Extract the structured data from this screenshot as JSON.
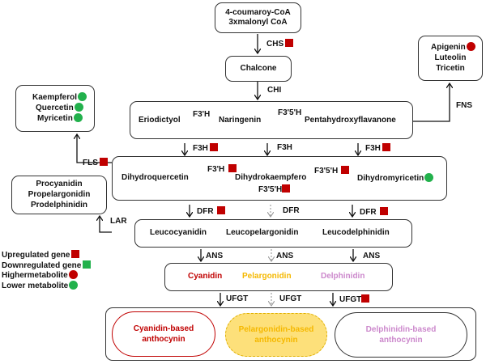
{
  "nodes": {
    "start": [
      "4-coumaroy-CoA",
      "3xmalonyl CoA"
    ],
    "chalcone": "Chalcone",
    "flavones": [
      "Apigenin",
      "Luteolin",
      "Tricetin"
    ],
    "flavonols": [
      "Kaempferol",
      "Quercetin",
      "Myricetin"
    ],
    "flavanones": {
      "left": "Eriodictyol",
      "center": "Naringenin",
      "right": "Pentahydroxyflavanone"
    },
    "dihydro": {
      "left": "Dihydroquercetin",
      "center": "Dihydrokaempfero",
      "right": "Dihydromyricetin"
    },
    "proanthocyanidins": [
      "Procyanidin",
      "Propelargonidin",
      "Prodelphinidin"
    ],
    "leuco": {
      "left": "Leucocyanidin",
      "center": "Leucopelargonidin",
      "right": "Leucodelphinidin"
    },
    "anthocyanidins": {
      "left": "Cyanidin",
      "center": "Pelargonidin",
      "right": "Delphinidin"
    },
    "anthocyanins": {
      "left": "Cyanidin-based anthocynin",
      "center": "Pelargonidin-based anthocynin",
      "right": "Delphinidin-based anthocynin"
    }
  },
  "enzymes": {
    "chs": "CHS",
    "chi": "CHI",
    "fns": "FNS",
    "fls": "FLS",
    "lar": "LAR",
    "f3h_left": "F3'H",
    "f35h_right": "F3'5'H",
    "f3h": "F3H",
    "f3h_dq": "F3'H",
    "f35h_dm": "F3'5'H",
    "f35h_bottom": "F3'5'H",
    "dfr": "DFR",
    "ans": "ANS",
    "ufgt": "UFGT"
  },
  "legend": {
    "upregulated_gene": "Upregulated gene",
    "downregulated_gene": "Downregulated gene",
    "higher_metabolite": "Highermetabolite",
    "lower_metabolite": "Lower metabolite"
  },
  "colors": {
    "upregulated": "#c00000",
    "downregulated": "#22b14c",
    "higher": "#c00000",
    "lower": "#22b14c",
    "cyanidin": "#c00000",
    "pelargonidin": "#f5b800",
    "delphinidin": "#cc88cc"
  }
}
